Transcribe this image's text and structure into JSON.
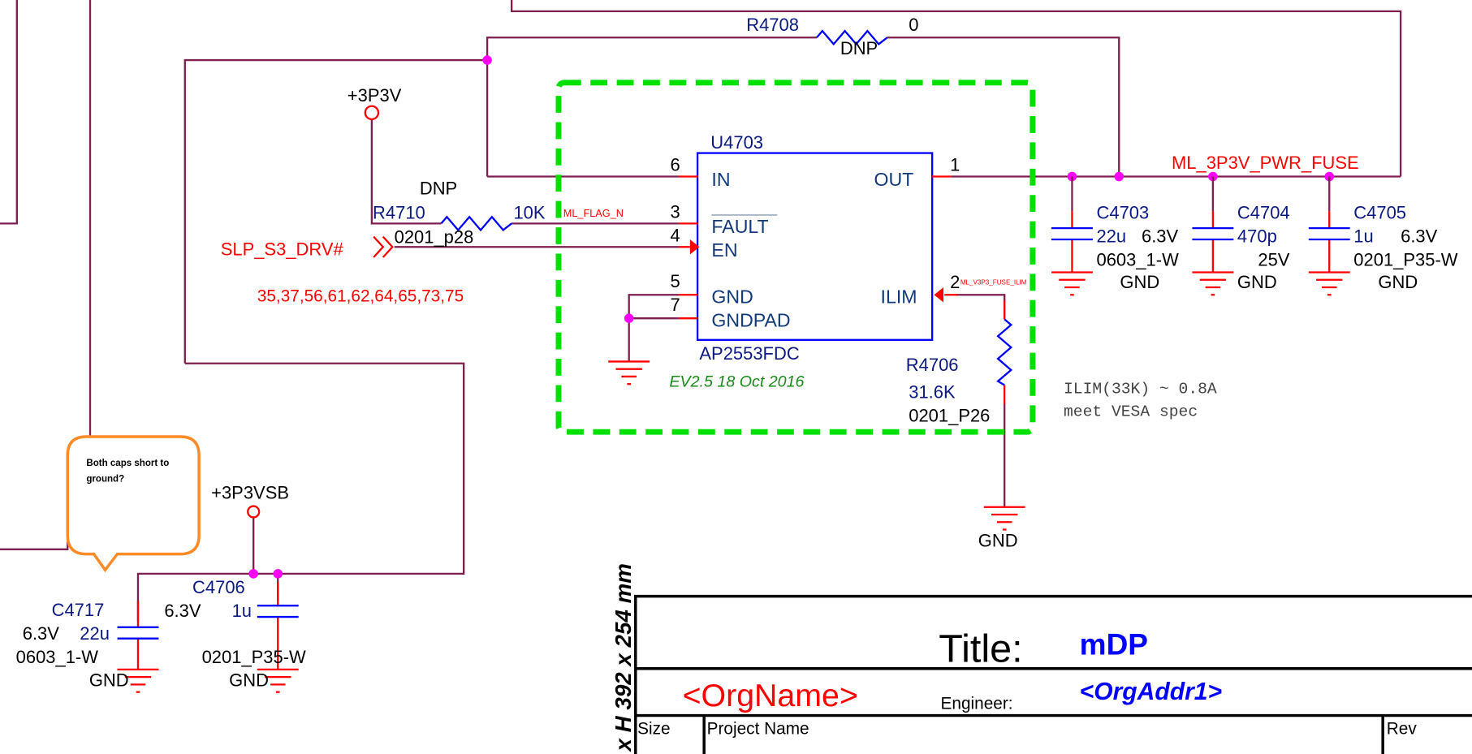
{
  "colors": {
    "wire": "#7f1f4f",
    "pin_stub": "#ff0000",
    "component": "#0000ff",
    "junction": "#ff00ff",
    "highlight_box": "#00e000",
    "comment_bubble": "#ff8a28"
  },
  "u4703": {
    "ref": "U4703",
    "part": "AP2553FDC",
    "note": "EV2.5 18 Oct 2016",
    "pins": [
      {
        "num": "6",
        "name": "IN"
      },
      {
        "num": "3",
        "name": "FAULT"
      },
      {
        "num": "4",
        "name": "EN"
      },
      {
        "num": "5",
        "name": "GND"
      },
      {
        "num": "7",
        "name": "GNDPAD"
      },
      {
        "num": "1",
        "name": "OUT"
      },
      {
        "num": "2",
        "name": "ILIM"
      }
    ]
  },
  "r4708": {
    "ref": "R4708",
    "value": "0",
    "note": "DNP"
  },
  "r4710": {
    "ref": "R4710",
    "value": "10K",
    "footprint": "0201_p28",
    "note": "DNP",
    "rail": "+3P3V"
  },
  "r4706": {
    "ref": "R4706",
    "value": "31.6K",
    "footprint": "0201_P26",
    "gnd": "GND"
  },
  "nets": {
    "flag": "ML_FLAG_N",
    "ilim": "ML_V3P3_FUSE_ILIM",
    "out": "ML_3P3V_PWR_FUSE",
    "en": "SLP_S3_DRV#",
    "en_pages": "35,37,56,61,62,64,65,73,75"
  },
  "caps": [
    {
      "ref": "C4703",
      "value": "22u",
      "voltage": "6.3V",
      "footprint": "0603_1-W",
      "gnd": "GND"
    },
    {
      "ref": "C4704",
      "value": "470p",
      "voltage": "25V",
      "gnd": "GND"
    },
    {
      "ref": "C4705",
      "value": "1u",
      "voltage": "6.3V",
      "footprint": "0201_P35-W",
      "gnd": "GND"
    },
    {
      "ref": "C4717",
      "value": "22u",
      "voltage": "6.3V",
      "footprint": "0603_1-W",
      "gnd": "GND"
    },
    {
      "ref": "C4706",
      "value": "1u",
      "voltage": "6.3V",
      "footprint": "0201_P35-W",
      "gnd": "GND"
    }
  ],
  "rail_vsb": "+3P3VSB",
  "ilim_note": [
    "ILIM(33K) ~ 0.8A",
    "meet VESA spec"
  ],
  "comment": {
    "lines": [
      "Both caps short to",
      "ground?"
    ]
  },
  "title_block": {
    "sheet_size": "x H 392 x 254 mm",
    "title_label": "Title:",
    "title": "mDP",
    "org_name": "<OrgName>",
    "engineer_label": "Engineer:",
    "org_addr": "<OrgAddr1>",
    "size_label": "Size",
    "project_label": "Project Name",
    "rev_label": "Rev"
  }
}
